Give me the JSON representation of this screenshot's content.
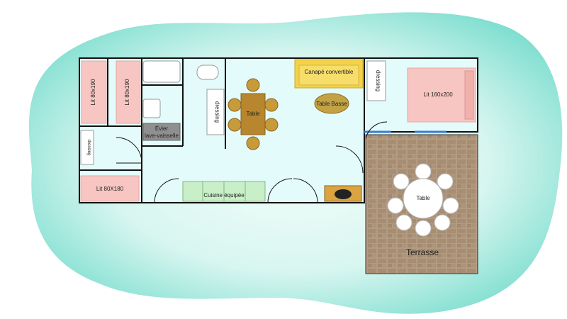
{
  "colors": {
    "blob_center": "#eafaf6",
    "blob_edge": "#7fded0",
    "floor": "#e6fbfb",
    "wall": "#111111",
    "bed": "#f8c8c4",
    "bed_frame": "#f0d0cc",
    "sofa": "#f3d34a",
    "wood": "#b7862e",
    "chair": "#c89a3a",
    "kitchen": "#c9efc9",
    "grey": "#bdbdbd",
    "terrace": "#b39b82",
    "terrace_tile": "#9b8468",
    "white": "#ffffff"
  },
  "labels": {
    "lit_80x190_1": "Lit 80x190",
    "lit_80x190_2": "Lit 80x190",
    "lit_80x180": "Lit 80X180",
    "dressing_left": "dressing",
    "dressing_center": "dressing",
    "dressing_right": "dressing",
    "evier": "Évier",
    "lave_vaisselle": "lave-vaisselle",
    "table_dining": "Table",
    "canape": "Canapé convertible",
    "table_basse": "Table Basse",
    "cuisine": "Cuisine équipée",
    "lit_160x200": "Lit 160x200",
    "table_terrace": "Table",
    "terrasse": "Terrasse"
  }
}
